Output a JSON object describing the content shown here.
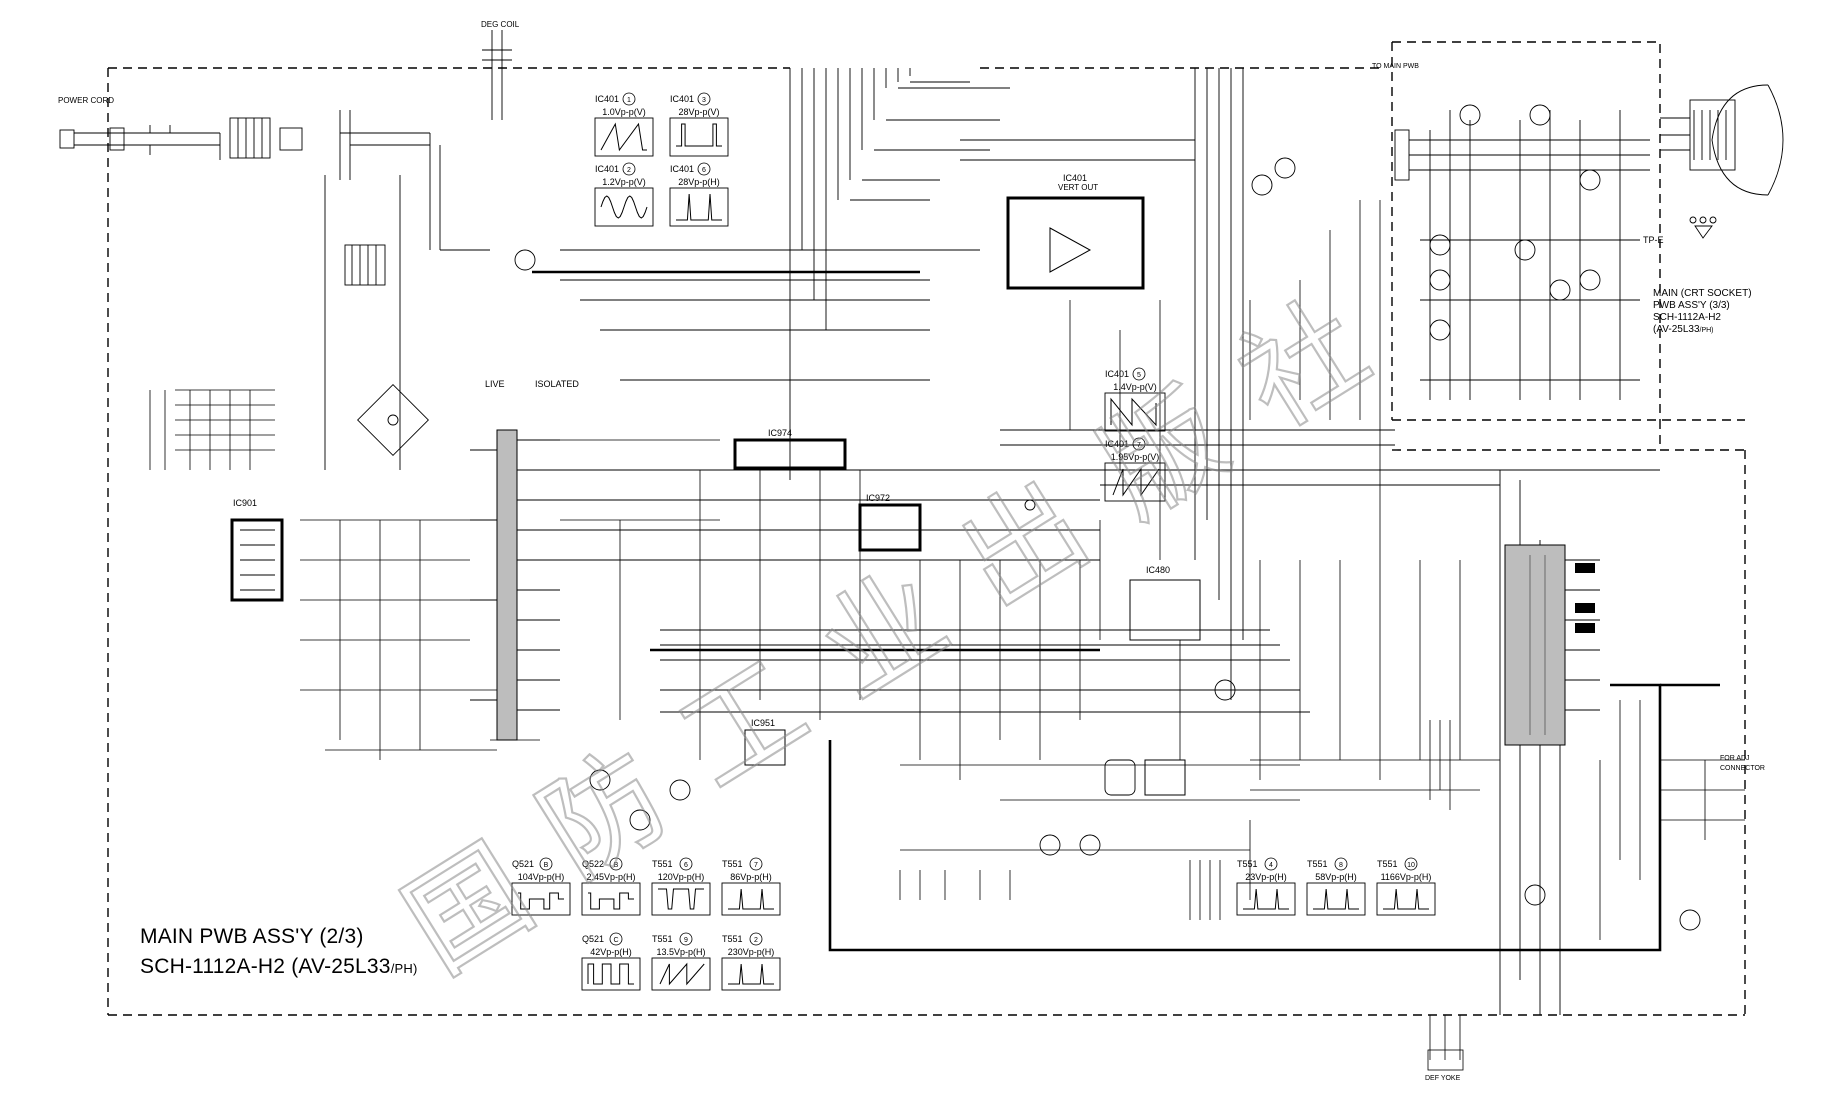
{
  "deg_coil": "DEG COIL",
  "power_cord": "POWER CORD",
  "live": "LIVE",
  "isolated": "ISOLATED",
  "vert_out": "VERT OUT",
  "to_main_pwb": "TO MAIN PWB",
  "crt_board": {
    "line1": "MAIN (CRT SOCKET)",
    "line2": "PWB ASS'Y (3/3)",
    "line3": "SCH-1112A-H2",
    "line4": "(AV-25L33",
    "suffix": "/PH)"
  },
  "main_title": {
    "line1": "MAIN PWB ASS'Y (2/3)",
    "line2": "SCH-1112A-H2 (AV-25L33",
    "suffix": "/PH)"
  },
  "ic_labels": [
    {
      "id": "ic901",
      "name": "IC901"
    },
    {
      "id": "ic974",
      "name": "IC974"
    },
    {
      "id": "ic972",
      "name": "IC972"
    },
    {
      "id": "ic401",
      "name": "IC401"
    },
    {
      "id": "ic480",
      "name": "IC480"
    },
    {
      "id": "ic951",
      "name": "IC951"
    }
  ],
  "connector_labels": {
    "for_adj": "FOR ADJ",
    "connector": "CONNECTOR",
    "tp_e": "TP-E",
    "def_yoke": "DEF YOKE"
  },
  "waveforms_top": [
    {
      "ic": "IC401",
      "num": "1",
      "value": "1.0Vp-p(V)",
      "shape": "ramp"
    },
    {
      "ic": "IC401",
      "num": "3",
      "value": "28Vp-p(V)",
      "shape": "flyback"
    },
    {
      "ic": "IC401",
      "num": "2",
      "value": "1.2Vp-p(V)",
      "shape": "sine"
    },
    {
      "ic": "IC401",
      "num": "6",
      "value": "28Vp-p(H)",
      "shape": "pulse"
    }
  ],
  "waveforms_mid": [
    {
      "ic": "IC401",
      "num": "5",
      "value": "1.4Vp-p(V)",
      "shape": "saw"
    },
    {
      "ic": "IC401",
      "num": "7",
      "value": "1.95Vp-p(V)",
      "shape": "saw2"
    }
  ],
  "waveforms_bottom_left": [
    {
      "ic": "Q521",
      "num": "B",
      "value": "104Vp-p(H)",
      "shape": "stair"
    },
    {
      "ic": "Q522",
      "num": "B",
      "value": "2.45Vp-p(H)",
      "shape": "stair"
    },
    {
      "ic": "T551",
      "num": "6",
      "value": "120Vp-p(H)",
      "shape": "dip"
    },
    {
      "ic": "T551",
      "num": "7",
      "value": "86Vp-p(H)",
      "shape": "pulse"
    },
    {
      "ic": "Q521",
      "num": "C",
      "value": "42Vp-p(H)",
      "shape": "square"
    },
    {
      "ic": "T551",
      "num": "9",
      "value": "13.5Vp-p(H)",
      "shape": "saw2"
    },
    {
      "ic": "T551",
      "num": "2",
      "value": "230Vp-p(H)",
      "shape": "pulse"
    }
  ],
  "waveforms_bottom_right": [
    {
      "ic": "T551",
      "num": "4",
      "value": "23Vp-p(H)",
      "shape": "pulse"
    },
    {
      "ic": "T551",
      "num": "8",
      "value": "58Vp-p(H)",
      "shape": "pulse"
    },
    {
      "ic": "T551",
      "num": "10",
      "value": "1166Vp-p(H)",
      "shape": "pulse"
    }
  ],
  "watermark": [
    "国",
    "防",
    "工",
    "业",
    "出",
    "版",
    "社"
  ]
}
